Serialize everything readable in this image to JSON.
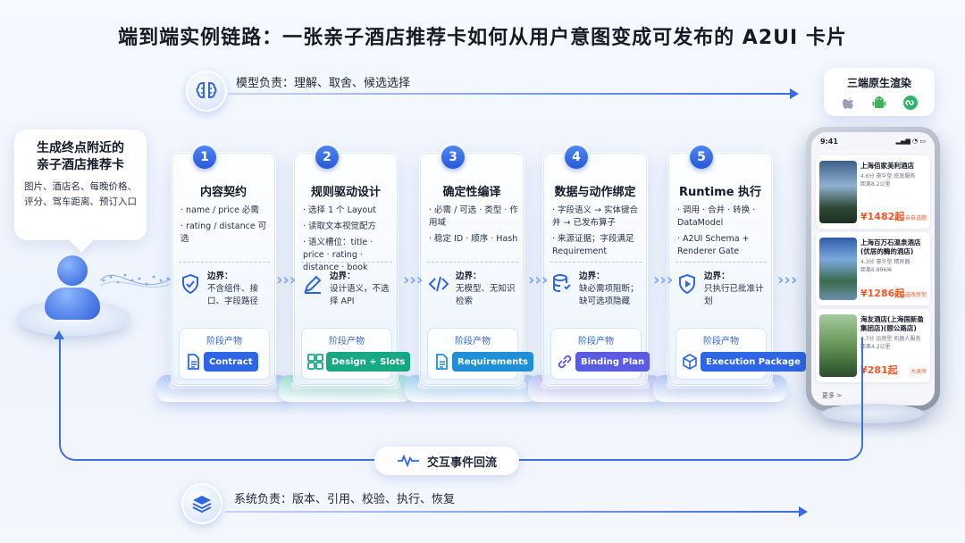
{
  "title": "端到端实例链路：一张亲子酒店推荐卡如何从用户意图变成可发布的 A2UI 卡片",
  "model_flow": {
    "label": "模型负责：理解、取舍、候选选择",
    "icon": "brain-icon"
  },
  "system_flow": {
    "label": "系统负责：版本、引用、校验、执行、恢复",
    "icon": "layers-icon"
  },
  "user_request": {
    "title_line1": "生成终点附近的",
    "title_line2": "亲子酒店推荐卡",
    "desc_line1": "图片、酒店名、每晚价格、",
    "desc_line2": "评分、驾车距离、预订入口"
  },
  "stages": [
    {
      "number": "1",
      "title": "内容契约",
      "bullets": [
        "name / price 必需",
        "rating / distance 可选"
      ],
      "boundary_label": "边界：",
      "boundary_text": "不含组件、接口、字段路径",
      "boundary_icon": "shield-icon",
      "product_label": "阶段产物",
      "product": "Contract",
      "product_icon": "document-icon",
      "color": "#2f66e6"
    },
    {
      "number": "2",
      "title": "规则驱动设计",
      "bullets": [
        "选择 1 个 Layout",
        "读取文本视觉配方",
        "语义槽位：title · price · rating · distance · book"
      ],
      "boundary_label": "边界：",
      "boundary_text": "设计语义，不选择 API",
      "boundary_icon": "pen-icon",
      "product_label": "阶段产物",
      "product": "Design + Slots",
      "product_icon": "grid-icon",
      "color": "#17a884"
    },
    {
      "number": "3",
      "title": "确定性编译",
      "bullets": [
        "必需 / 可选 · 类型 · 作用域",
        "稳定 ID · 顺序 · Hash"
      ],
      "boundary_label": "边界：",
      "boundary_text": "无模型、无知识检索",
      "boundary_icon": "code-icon",
      "product_label": "阶段产物",
      "product": "Requirements",
      "product_icon": "document-icon",
      "color": "#1f8fd8"
    },
    {
      "number": "4",
      "title": "数据与动作绑定",
      "bullets": [
        "字段语义 → 实体键合并 → 已发布算子",
        "来源证据；字段满足 Requirement"
      ],
      "boundary_label": "边界：",
      "boundary_text": "缺必需项阻断；缺可选项隐藏",
      "boundary_icon": "database-icon",
      "product_label": "阶段产物",
      "product": "Binding Plan",
      "product_icon": "link-icon",
      "color": "#5a5be0"
    },
    {
      "number": "5",
      "title": "Runtime 执行",
      "bullets": [
        "调用 · 合并 · 转换 · DataModel",
        "A2UI Schema + Renderer Gate"
      ],
      "boundary_label": "边界：",
      "boundary_text": "只执行已批准计划",
      "boundary_icon": "play-icon",
      "product_label": "阶段产物",
      "product": "Execution Package",
      "product_icon": "cube-icon",
      "color": "#2f66e6"
    }
  ],
  "loop_label": "交互事件回流",
  "platforms": {
    "title": "三端原生渲染",
    "icons": [
      "apple-icon",
      "android-icon",
      "miniprogram-icon"
    ]
  },
  "phone": {
    "time": "9:41",
    "hotels": [
      {
        "name": "上海佰家美利酒店",
        "rating_line": "4.6分 豪华型 班底服务",
        "distance": "距离8.2公里",
        "price": "¥1482起",
        "tag": "亲子亲自选题"
      },
      {
        "name": "上海百万石温泉酒店(优居的酶的酒店)",
        "rating_line": "4.3分 豪华型 精房器",
        "distance": "距离6.896米",
        "price": "¥1286起",
        "tag": "猫选改房型"
      },
      {
        "name": "海友酒店(上海国新盈集团店)(颐公路店)",
        "rating_line": "4.7分 运房型 机器人服务",
        "distance": "距离4.2公里",
        "price": "¥281起",
        "tag": "大床房"
      }
    ],
    "more": "更多 >"
  },
  "colors": {
    "accent": "#2f66e6",
    "price": "#ef5b2a"
  }
}
